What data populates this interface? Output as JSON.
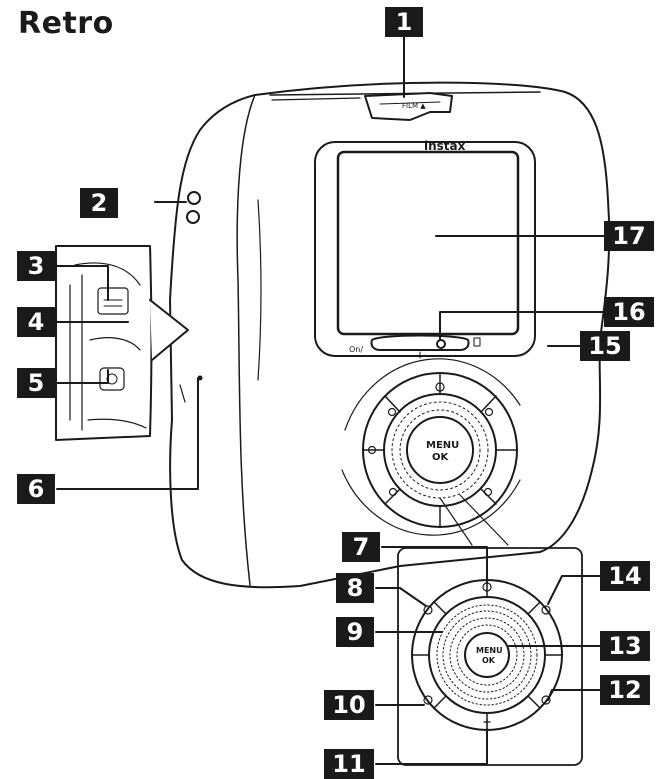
{
  "title": "Retro",
  "brand": "instax",
  "button_labels": {
    "menu_ok": "MENU OK",
    "menu_ok_small": "MENU OK"
  },
  "callouts": [
    {
      "id": 1,
      "label": "1"
    },
    {
      "id": 2,
      "label": "2"
    },
    {
      "id": 3,
      "label": "3"
    },
    {
      "id": 4,
      "label": "4"
    },
    {
      "id": 5,
      "label": "5"
    },
    {
      "id": 6,
      "label": "6"
    },
    {
      "id": 7,
      "label": "7"
    },
    {
      "id": 8,
      "label": "8"
    },
    {
      "id": 9,
      "label": "9"
    },
    {
      "id": 10,
      "label": "10"
    },
    {
      "id": 11,
      "label": "11"
    },
    {
      "id": 12,
      "label": "12"
    },
    {
      "id": 13,
      "label": "13"
    },
    {
      "id": 14,
      "label": "14"
    },
    {
      "id": 15,
      "label": "15"
    },
    {
      "id": 16,
      "label": "16"
    },
    {
      "id": 17,
      "label": "17"
    }
  ]
}
